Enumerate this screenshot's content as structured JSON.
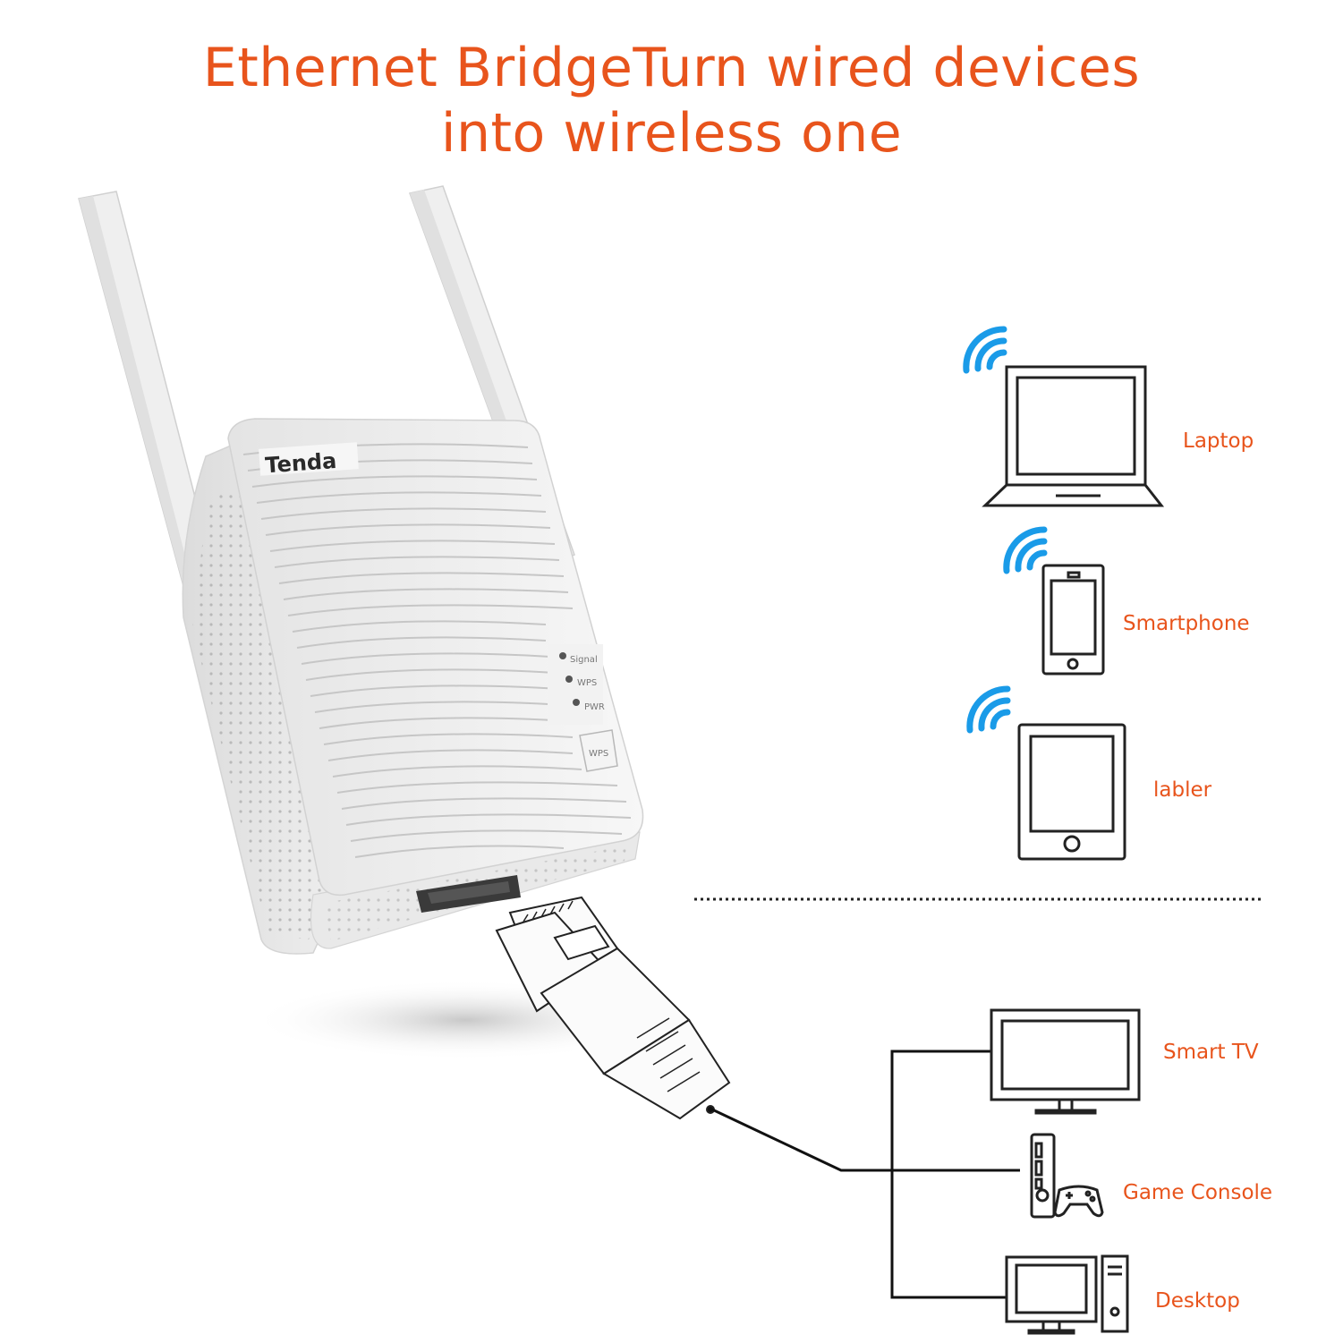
{
  "headline": {
    "line1": "Ethernet BridgeTurn wired devices",
    "line2": "into wireless one"
  },
  "product": {
    "brand": "Tenda",
    "leds": [
      "Signal",
      "WPS",
      "PWR"
    ],
    "button_label": "WPS"
  },
  "wireless_devices": [
    {
      "label": "Laptop",
      "icon": "laptop-icon"
    },
    {
      "label": "Smartphone",
      "icon": "smartphone-icon"
    },
    {
      "label": "labler",
      "icon": "tablet-icon"
    }
  ],
  "wired_devices": [
    {
      "label": "Smart TV",
      "icon": "tv-icon"
    },
    {
      "label": "Game Console",
      "icon": "game-console-icon"
    },
    {
      "label": "Desktop",
      "icon": "desktop-icon"
    }
  ],
  "colors": {
    "accent": "#e8541c",
    "wifi": "#1a9be8",
    "line": "#111111"
  }
}
